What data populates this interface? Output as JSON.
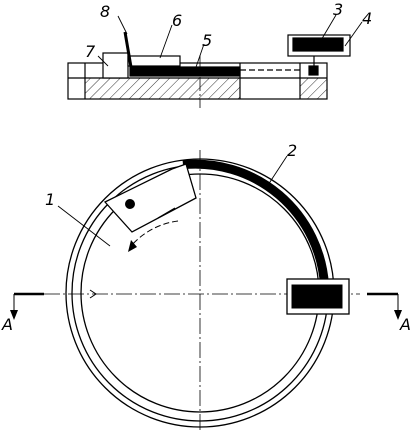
{
  "labels": {
    "n1": "1",
    "n2": "2",
    "n3": "3",
    "n4": "4",
    "n5": "5",
    "n6": "6",
    "n7": "7",
    "n8": "8",
    "section_left": "A",
    "section_right": "A"
  },
  "colors": {
    "ink": "#000000",
    "paper": "#ffffff"
  }
}
